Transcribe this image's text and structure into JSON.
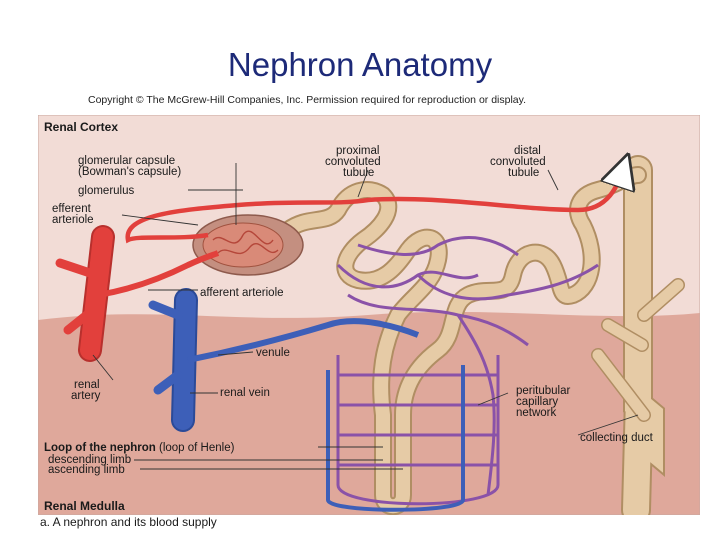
{
  "slide": {
    "title": "Nephron Anatomy",
    "copyright": "Copyright © The McGrew-Hill Companies, Inc. Permission required for reproduction or display."
  },
  "figure": {
    "regions": {
      "cortex": "Renal Cortex",
      "medulla": "Renal Medulla"
    },
    "labels": {
      "glomerular_capsule_1": "glomerular capsule",
      "glomerular_capsule_2": "(Bowman's capsule)",
      "glomerulus": "glomerulus",
      "efferent_1": "efferent",
      "efferent_2": "arteriole",
      "proximal_1": "proximal",
      "proximal_2": "convoluted",
      "proximal_3": "tubule",
      "distal_1": "distal",
      "distal_2": "convoluted",
      "distal_3": "tubule",
      "afferent": "afferent arteriole",
      "venule": "venule",
      "renal_artery_1": "renal",
      "renal_artery_2": "artery",
      "renal_vein": "renal vein",
      "peritubular_1": "peritubular",
      "peritubular_2": "capillary",
      "peritubular_3": "network",
      "collecting_duct": "collecting duct",
      "loop_bold": "Loop of the nephron",
      "loop_rest": " (loop of Henle)",
      "descending": "descending limb",
      "ascending": "ascending limb"
    },
    "caption": "a. A nephron and its blood supply"
  },
  "colors": {
    "cortex": "#f2dcd6",
    "medulla": "#dfa89b",
    "tubule": "#e6cba6",
    "tubule_stroke": "#b08e63",
    "artery": "#e2403c",
    "vein": "#3d5fb8",
    "capillary": "#8a52a8",
    "title": "#1d2a78"
  }
}
